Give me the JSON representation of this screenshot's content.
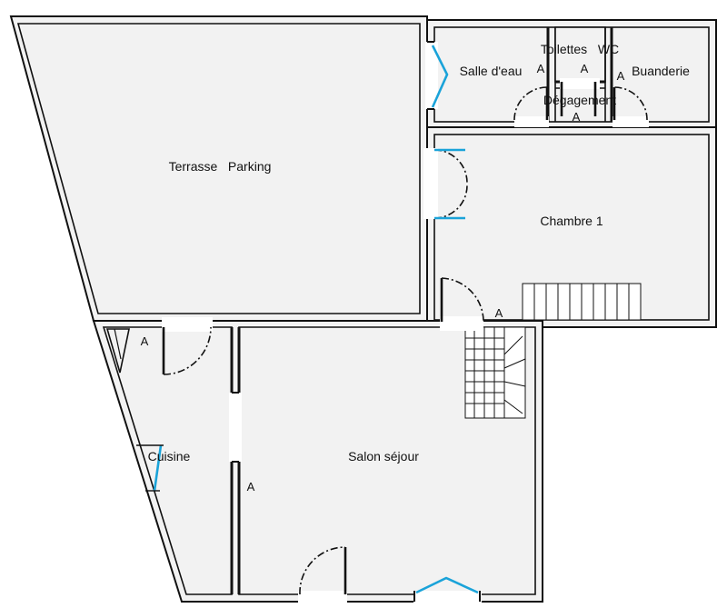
{
  "rooms": {
    "terrasse": "Terrasse   Parking",
    "salle_eau": "Salle d'eau",
    "toilettes": "Toilettes   WC",
    "buanderie": "Buanderie",
    "degagement": "Dégagement",
    "chambre1": "Chambre 1",
    "cuisine": "Cuisine",
    "salon": "Salon séjour"
  },
  "markers": {
    "a": "A"
  }
}
